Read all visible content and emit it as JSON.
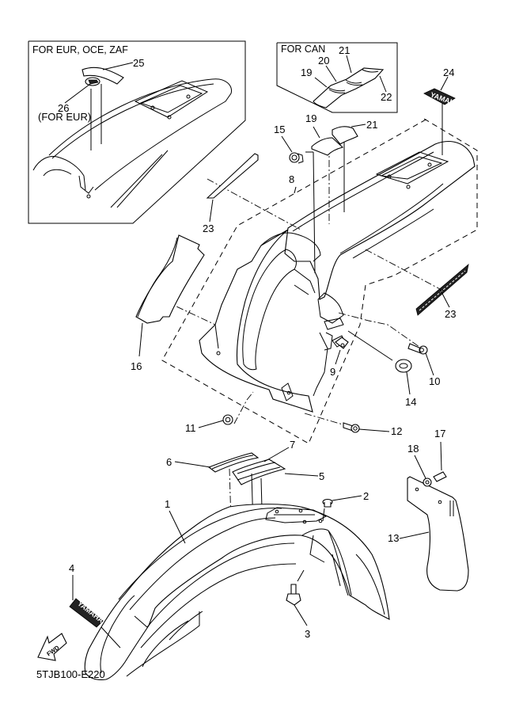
{
  "diagram": {
    "title_code": "5TJB100-E220",
    "fwd_label": "FWD",
    "insets": [
      {
        "caption": "FOR EUR, OCE, ZAF",
        "labels": [
          "25",
          "26",
          "(FOR EUR)"
        ]
      },
      {
        "caption": "FOR CAN",
        "labels": [
          "19",
          "20",
          "21",
          "22"
        ]
      }
    ],
    "decal_text": "YAMAHA",
    "callouts": [
      "1",
      "2",
      "3",
      "4",
      "5",
      "6",
      "7",
      "8",
      "9",
      "10",
      "11",
      "12",
      "13",
      "14",
      "15",
      "16",
      "17",
      "18",
      "19",
      "21",
      "23",
      "23",
      "24"
    ]
  }
}
